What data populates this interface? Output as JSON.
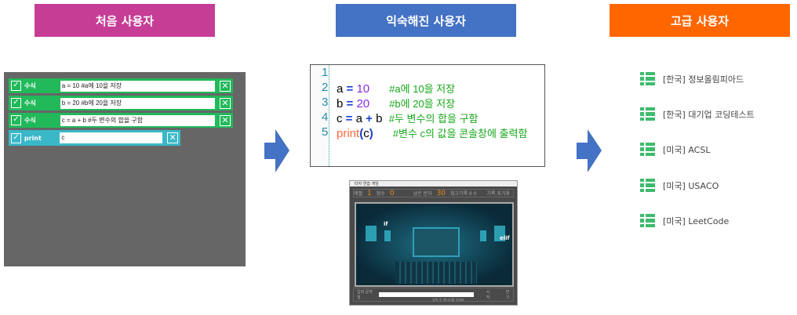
{
  "headers": {
    "beginner": "처음 사용자",
    "intermediate": "익숙해진 사용자",
    "advanced": "고급 사용자"
  },
  "beginner_blocks": [
    {
      "label": "수식",
      "value": "a = 10  #a에 10을 저장"
    },
    {
      "label": "수식",
      "value": "b = 20  #b에 20을 저장"
    },
    {
      "label": "수식",
      "value": "c = a + b #두 변수의 합을 구함"
    },
    {
      "label": "print",
      "value": "c"
    }
  ],
  "code": {
    "line_numbers": [
      "1",
      "2",
      "3",
      "4",
      "5"
    ],
    "lines": [
      {
        "a": "a",
        "op": " = ",
        "n": "10",
        "c": "#a에 10을 저장"
      },
      {
        "a": "b",
        "op": " = ",
        "n": "20",
        "c": "#b에 20을 저장"
      },
      {
        "a": "c",
        "op": " = ",
        "b": "a",
        "op2": " + ",
        "d": "b",
        "c": "#두 변수의 합을 구함"
      },
      {
        "fn": "print",
        "p1": "(",
        "arg": "c",
        "p2": ")",
        "c": "#변수 c의 값을 콘솔창에 출력함"
      }
    ]
  },
  "game": {
    "title": "타자 연습 게임",
    "level_label": "레벨",
    "level": "1",
    "score_label": "점수",
    "score": "0",
    "remaining_label": "남은 문자",
    "remaining": "30",
    "best_label": "최고기록 0 0",
    "reset_btn": "기록 초기화",
    "words": [
      "if",
      "elif"
    ],
    "input_label": "입력 문자열",
    "hint": "입력 후 엔터키를 치세요",
    "btn1": "시작",
    "btn2": "닫기"
  },
  "advanced_list": [
    "[한국] 정보올림피아드",
    "[한국] 대기업 코딩테스트",
    "[미국] ACSL",
    "[미국] USACO",
    "[미국] LeetCode"
  ],
  "colors": {
    "beginner": "#c63d96",
    "intermediate": "#4472c4",
    "advanced": "#ff6600",
    "arrow": "#4472c4"
  }
}
